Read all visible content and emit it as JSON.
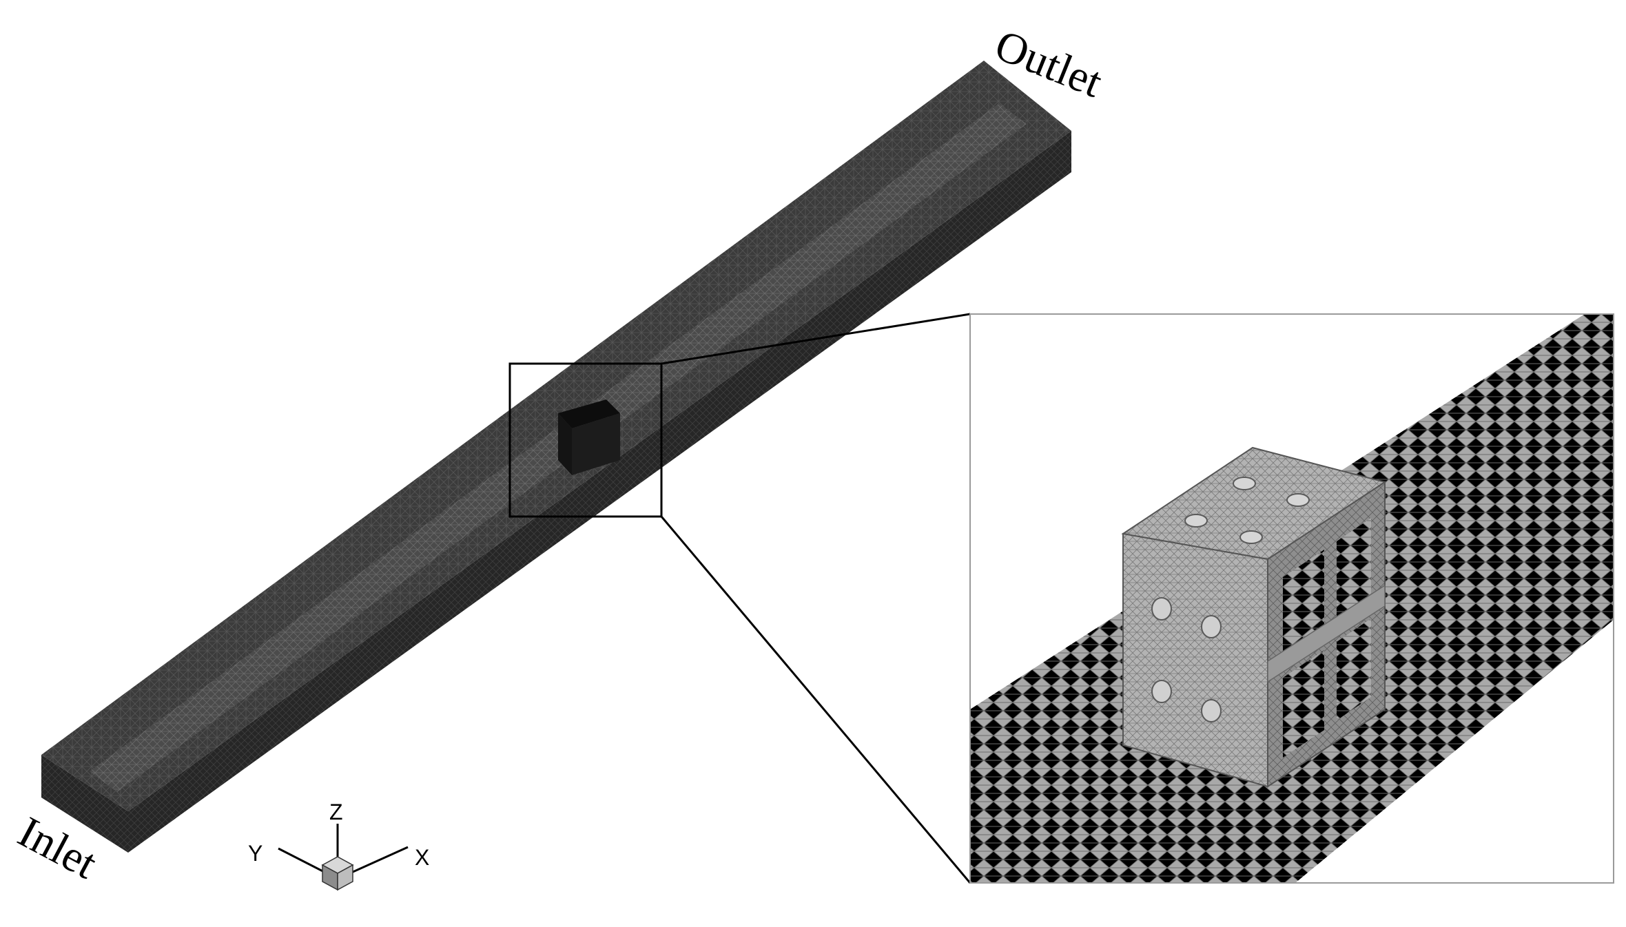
{
  "labels": {
    "inlet": "Inlet",
    "outlet": "Outlet"
  },
  "axes": {
    "x": "X",
    "y": "Y",
    "z": "Z"
  },
  "colors": {
    "channel_top": "#3a3a3a",
    "channel_inner": "#4a4a4a",
    "channel_side": "#222222",
    "mesh_light": "#a8a8a8",
    "mesh_line": "#6a6a6a",
    "frame": "#000000"
  }
}
